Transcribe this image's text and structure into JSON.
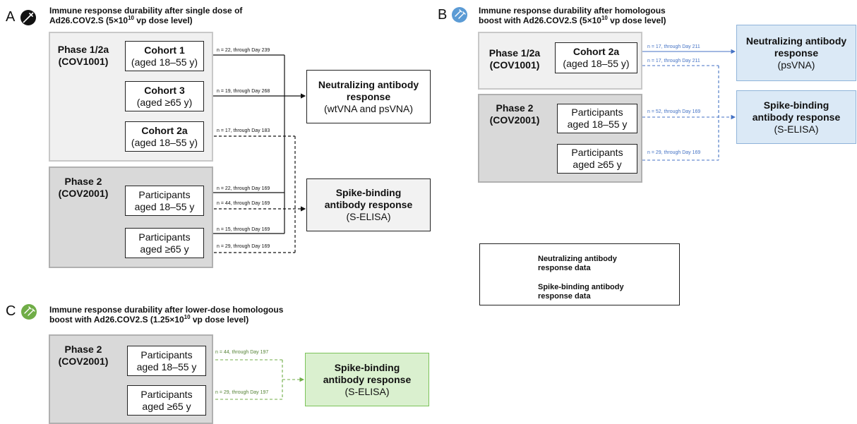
{
  "colors": {
    "black": "#111111",
    "blue": "#4472c4",
    "green": "#70ad47",
    "blue_icon": "#5b9bd5",
    "green_icon": "#70ad47"
  },
  "panelA": {
    "letter": "A",
    "icon": "vaccine-syringe-icon",
    "title_line1": "Immune response durability after single dose of",
    "title_line2_pre": "Ad26.COV2.S (5×10",
    "title_line2_sup": "10",
    "title_line2_post": " vp dose level)",
    "phase1": {
      "line1": "Phase 1/2a",
      "line2": "(COV1001)"
    },
    "phase2": {
      "line1": "Phase 2",
      "line2": "(COV2001)"
    },
    "cohort1": {
      "name": "Cohort 1",
      "age": "(aged 18–55 y)"
    },
    "cohort3": {
      "name": "Cohort 3",
      "age": "(aged ≥65 y)"
    },
    "cohort2a": {
      "name": "Cohort 2a",
      "age": "(aged 18–55 y)"
    },
    "p2_young": {
      "line1": "Participants",
      "line2": "aged 18–55 y"
    },
    "p2_old": {
      "line1": "Participants",
      "line2": "aged ≥65 y"
    },
    "out_nab": {
      "line1": "Neutralizing antibody",
      "line2": "response",
      "line3": "(wtVNA and psVNA)"
    },
    "out_spike": {
      "line1": "Spike-binding",
      "line2": "antibody response",
      "line3": "(S-ELISA)"
    },
    "n_labels": {
      "c1": "n = 22, through Day 239",
      "c3": "n = 19, through  Day 268",
      "c2a": "n = 17, through Day 183",
      "p2y_solid": "n = 22, through Day 169",
      "p2y_dash": "n = 44, through Day 169",
      "p2o_solid": "n = 15, through Day 169",
      "p2o_dash": "n = 29, through Day 169"
    }
  },
  "panelB": {
    "letter": "B",
    "icon": "vaccine-two-syringes-icon",
    "title_line1": "Immune response durability after homologous",
    "title_line2_pre": "boost with Ad26.COV2.S (5×10",
    "title_line2_sup": "10",
    "title_line2_post": " vp dose level)",
    "phase1": {
      "line1": "Phase 1/2a",
      "line2": "(COV1001)"
    },
    "phase2": {
      "line1": "Phase 2",
      "line2": "(COV2001)"
    },
    "cohort2a": {
      "name": "Cohort 2a",
      "age": "(aged 18–55 y)"
    },
    "p2_young": {
      "line1": "Participants",
      "line2": "aged 18–55 y"
    },
    "p2_old": {
      "line1": "Participants",
      "line2": "aged ≥65 y"
    },
    "out_nab": {
      "line1": "Neutralizing antibody",
      "line2": "response",
      "line3": "(psVNA)"
    },
    "out_spike": {
      "line1": "Spike-binding",
      "line2": "antibody response",
      "line3": "(S-ELISA)"
    },
    "n_labels": {
      "c2a_solid": "n = 17, through Day 211",
      "c2a_dash": "n = 17, through Day 211",
      "p2y": "n = 52, through Day 169",
      "p2o": "n = 29, through Day 169"
    }
  },
  "panelC": {
    "letter": "C",
    "icon": "vaccine-two-syringes-icon",
    "title_line1": "Immune response durability after lower-dose homologous",
    "title_line2_pre": "boost with Ad26.COV2.S (1.25×10",
    "title_line2_sup": "10",
    "title_line2_post": " vp dose level)",
    "phase2": {
      "line1": "Phase 2",
      "line2": "(COV2001)"
    },
    "p2_young": {
      "line1": "Participants",
      "line2": "aged 18–55 y"
    },
    "p2_old": {
      "line1": "Participants",
      "line2": "aged ≥65 y"
    },
    "out_spike": {
      "line1": "Spike-binding",
      "line2": "antibody response",
      "line3": "(S-ELISA)"
    },
    "n_labels": {
      "p2y": "n = 44, through Day 197",
      "p2o": "n = 29, through Day 197"
    }
  },
  "legend": {
    "solid_line1": "Neutralizing antibody",
    "solid_line2": "response data",
    "dash_line1": "Spike-binding antibody",
    "dash_line2": "response data"
  }
}
